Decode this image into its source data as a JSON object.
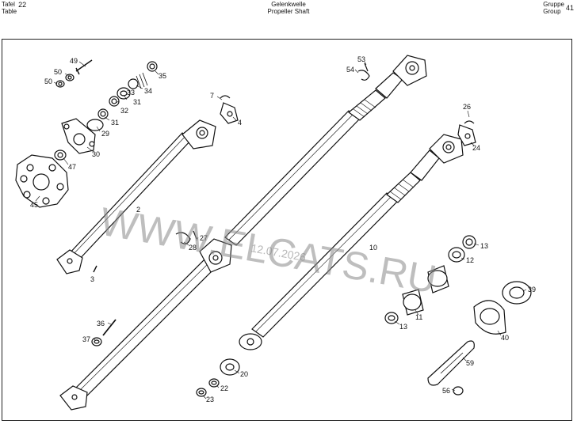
{
  "header": {
    "left": {
      "label_de": "Tafel",
      "label_en": "Table",
      "number": "22"
    },
    "center": {
      "title_de": "Gelenkwelle",
      "title_en": "Propeller Shaft"
    },
    "right": {
      "label_de": "Gruppe",
      "label_en": "Group",
      "number": "41"
    }
  },
  "watermark": {
    "text": "WWW.ELCATS.RU",
    "date": "12.07.2026"
  },
  "callouts": [
    {
      "id": "c49",
      "text": "49"
    },
    {
      "id": "c50a",
      "text": "50"
    },
    {
      "id": "c50b",
      "text": "50"
    },
    {
      "id": "c35",
      "text": "35"
    },
    {
      "id": "c34",
      "text": "34"
    },
    {
      "id": "c33",
      "text": "33"
    },
    {
      "id": "c31a",
      "text": "31"
    },
    {
      "id": "c32",
      "text": "32"
    },
    {
      "id": "c31b",
      "text": "31"
    },
    {
      "id": "c29",
      "text": "29"
    },
    {
      "id": "c30",
      "text": "30"
    },
    {
      "id": "c47",
      "text": "47"
    },
    {
      "id": "c45",
      "text": "45"
    },
    {
      "id": "c2",
      "text": "2"
    },
    {
      "id": "c3",
      "text": "3"
    },
    {
      "id": "c7",
      "text": "7"
    },
    {
      "id": "c4",
      "text": "4"
    },
    {
      "id": "c53",
      "text": "53"
    },
    {
      "id": "c54",
      "text": "54"
    },
    {
      "id": "c26",
      "text": "26"
    },
    {
      "id": "c24",
      "text": "24"
    },
    {
      "id": "c27",
      "text": "27"
    },
    {
      "id": "c28",
      "text": "28"
    },
    {
      "id": "c10",
      "text": "10"
    },
    {
      "id": "c13a",
      "text": "13"
    },
    {
      "id": "c12",
      "text": "12"
    },
    {
      "id": "c11",
      "text": "11"
    },
    {
      "id": "c13b",
      "text": "13"
    },
    {
      "id": "c39",
      "text": "39"
    },
    {
      "id": "c40",
      "text": "40"
    },
    {
      "id": "c36",
      "text": "36"
    },
    {
      "id": "c37",
      "text": "37"
    },
    {
      "id": "c20",
      "text": "20"
    },
    {
      "id": "c22",
      "text": "22"
    },
    {
      "id": "c23",
      "text": "23"
    },
    {
      "id": "c59",
      "text": "59"
    },
    {
      "id": "c56",
      "text": "56"
    }
  ]
}
